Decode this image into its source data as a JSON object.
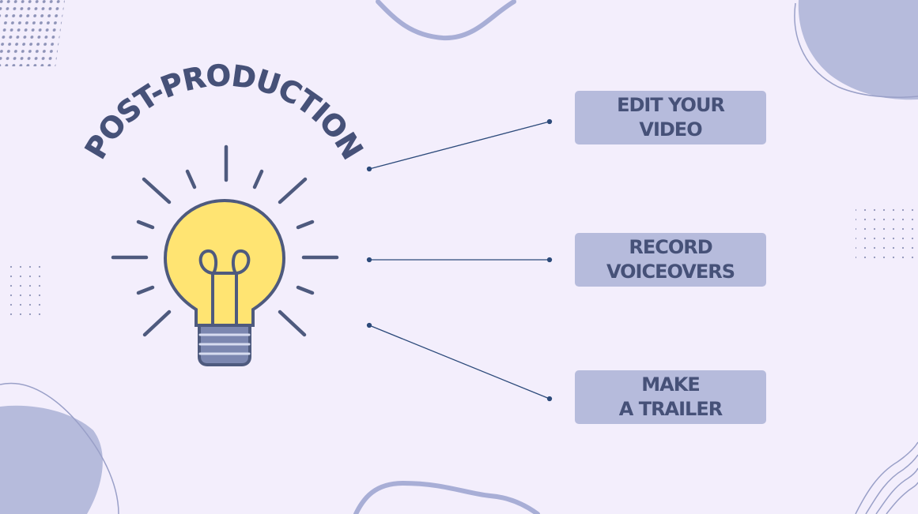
{
  "title": "POST-PRODUCTION",
  "steps": [
    {
      "line1": "EDIT YOUR",
      "line2": "VIDEO"
    },
    {
      "line1": "RECORD",
      "line2": "VOICEOVERS"
    },
    {
      "line1": "MAKE",
      "line2": "A TRAILER"
    }
  ],
  "icons": {
    "main": "lightbulb-icon"
  },
  "colors": {
    "background": "#f3eefc",
    "box_fill": "#b6bbdc",
    "text": "#465178",
    "bulb_fill": "#ffe472",
    "bulb_outline": "#4e5a7e",
    "connector": "#2c4a7a",
    "blob": "#b6bbdc",
    "dots": "#8e93b8"
  }
}
